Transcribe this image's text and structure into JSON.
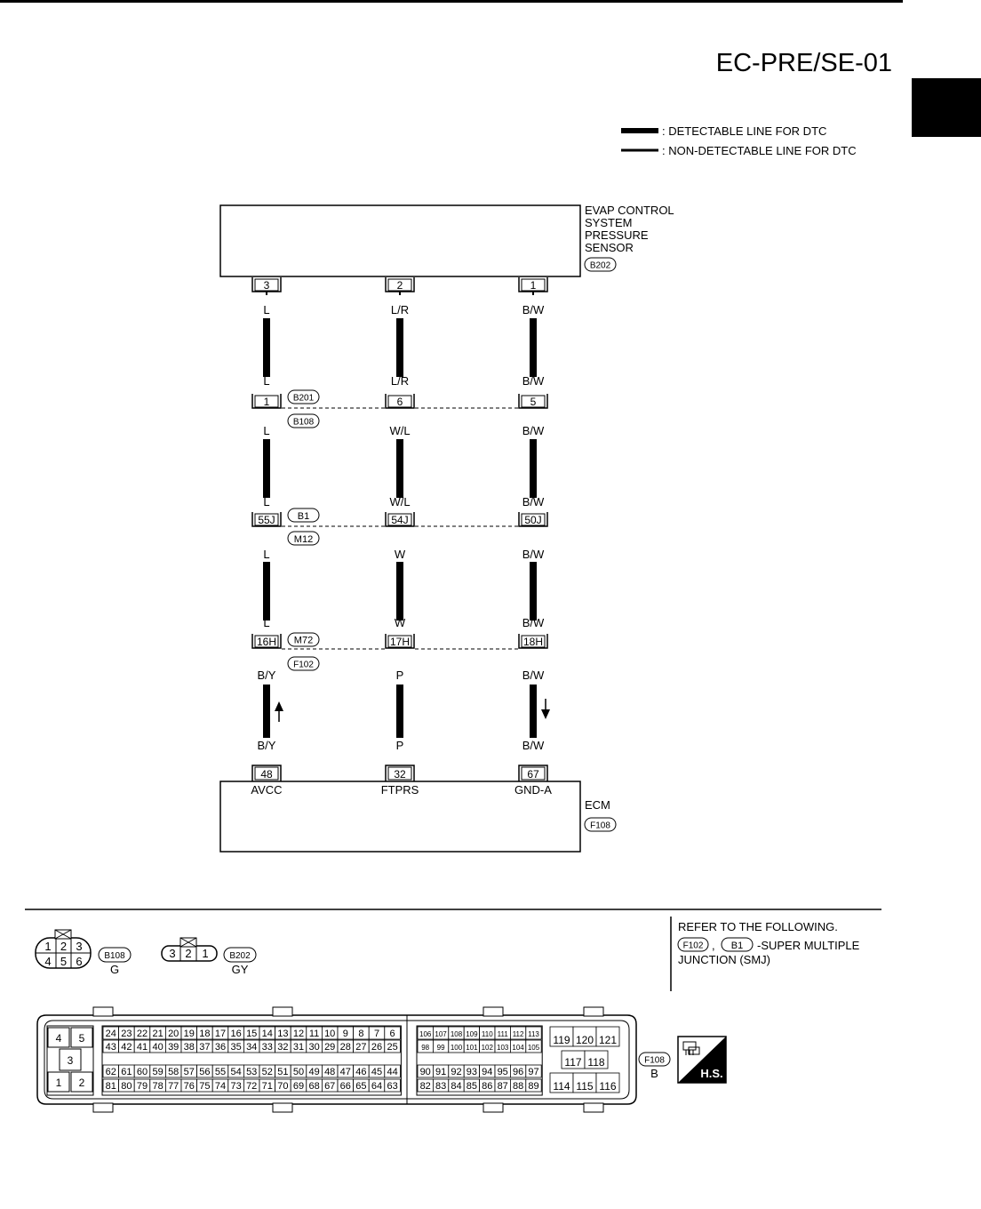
{
  "header": {
    "page_code": "EC-PRE/SE-01"
  },
  "legend": {
    "detectable": ": DETECTABLE LINE FOR DTC",
    "non_detectable": ": NON-DETECTABLE LINE FOR DTC"
  },
  "sensor": {
    "name_lines": [
      "EVAP CONTROL",
      "SYSTEM",
      "PRESSURE",
      "SENSOR"
    ],
    "connector": "B202"
  },
  "ecm": {
    "name": "ECM",
    "connector": "F108"
  },
  "junctions": [
    {
      "top": "B201",
      "bottom": "B108"
    },
    {
      "top": "B1",
      "bottom": "M12"
    },
    {
      "top": "M72",
      "bottom": "F102"
    }
  ],
  "circuits": [
    {
      "sensor_pin": "3",
      "colors": [
        "L",
        "L",
        "L",
        "L",
        "L",
        "B/Y",
        "B/Y"
      ],
      "junction_pins": [
        "1",
        "55J",
        "16H"
      ],
      "ecm_pin": "48",
      "ecm_signal": "AVCC",
      "flow": "up"
    },
    {
      "sensor_pin": "2",
      "colors": [
        "L/R",
        "L/R",
        "W/L",
        "W/L",
        "W",
        "W",
        "P",
        "P"
      ],
      "junction_pins": [
        "6",
        "54J",
        "17H"
      ],
      "ecm_pin": "32",
      "ecm_signal": "FTPRS",
      "flow": "none"
    },
    {
      "sensor_pin": "1",
      "colors": [
        "B/W",
        "B/W",
        "B/W",
        "B/W",
        "B/W",
        "B/W",
        "B/W",
        "B/W"
      ],
      "junction_pins": [
        "5",
        "50J",
        "18H"
      ],
      "ecm_pin": "67",
      "ecm_signal": "GND-A",
      "flow": "down"
    }
  ],
  "refer": {
    "line1": "REFER TO THE FOLLOWING.",
    "conn_a": "F102",
    "sep": ",",
    "conn_b": "B1",
    "suffix": "-SUPER MULTIPLE",
    "line3": "JUNCTION (SMJ)"
  },
  "connector_views": {
    "b108": {
      "id": "B108",
      "color": "G",
      "row1": [
        "1",
        "2",
        "3"
      ],
      "row2": [
        "4",
        "5",
        "6"
      ]
    },
    "b202": {
      "id": "B202",
      "color": "GY",
      "pins": [
        "3",
        "2",
        "1"
      ]
    },
    "f108": {
      "id": "F108",
      "color": "B",
      "left_block": [
        "4",
        "5",
        "3",
        "1",
        "2"
      ],
      "row1": [
        "24",
        "23",
        "22",
        "21",
        "20",
        "19",
        "18",
        "17",
        "16",
        "15",
        "14",
        "13",
        "12",
        "11",
        "10",
        "9",
        "8",
        "7",
        "6"
      ],
      "row2": [
        "43",
        "42",
        "41",
        "40",
        "39",
        "38",
        "37",
        "36",
        "35",
        "34",
        "33",
        "32",
        "31",
        "30",
        "29",
        "28",
        "27",
        "26",
        "25"
      ],
      "row3": [
        "62",
        "61",
        "60",
        "59",
        "58",
        "57",
        "56",
        "55",
        "54",
        "53",
        "52",
        "51",
        "50",
        "49",
        "48",
        "47",
        "46",
        "45",
        "44"
      ],
      "row4": [
        "81",
        "80",
        "79",
        "78",
        "77",
        "76",
        "75",
        "74",
        "73",
        "72",
        "71",
        "70",
        "69",
        "68",
        "67",
        "66",
        "65",
        "64",
        "63"
      ],
      "mid_row1": [
        "106",
        "107",
        "108",
        "109",
        "110",
        "111",
        "112",
        "113"
      ],
      "mid_row2": [
        "98",
        "99",
        "100",
        "101",
        "102",
        "103",
        "104",
        "105"
      ],
      "mid_row3": [
        "90",
        "91",
        "92",
        "93",
        "94",
        "95",
        "96",
        "97"
      ],
      "mid_row4": [
        "82",
        "83",
        "84",
        "85",
        "86",
        "87",
        "88",
        "89"
      ],
      "right_top": [
        "119",
        "120",
        "121"
      ],
      "right_mid": [
        "117",
        "118"
      ],
      "right_bot": [
        "114",
        "115",
        "116"
      ]
    }
  },
  "hs_label": "H.S."
}
